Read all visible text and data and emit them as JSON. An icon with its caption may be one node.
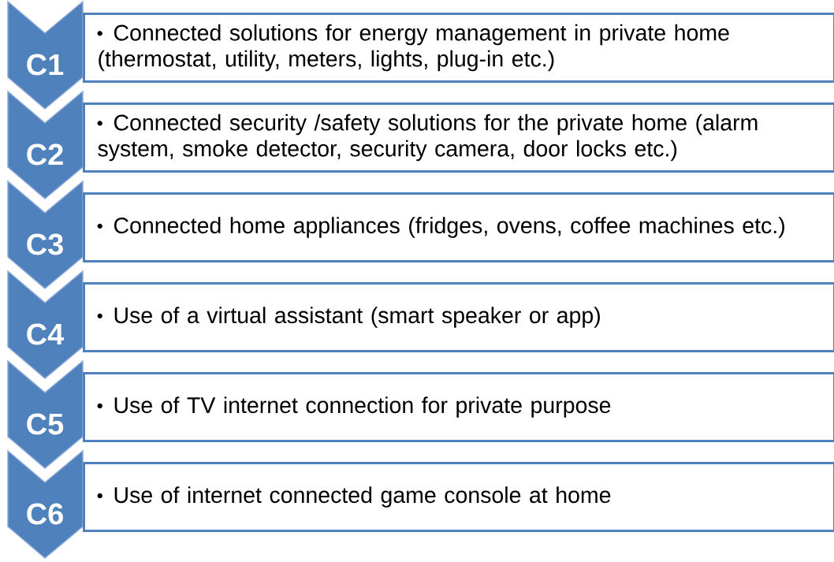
{
  "diagram": {
    "nodes": [
      {
        "text": [
          "C1"
        ]
      },
      {
        "text": [
          "Connected solutions for energy management in private home (thermostat, utility, meters, lights, plug-in etc.)"
        ]
      },
      {
        "text": [
          "C2"
        ]
      },
      {
        "text": [
          "Connected security /safety solutions for the private home (alarm system, smoke detector, security camera, door locks etc.)"
        ]
      },
      {
        "text": [
          "C3"
        ]
      },
      {
        "text": [
          "Connected home appliances (fridges, ovens, coffee machines etc.)"
        ]
      },
      {
        "text": [
          "C4"
        ]
      },
      {
        "text": [
          "Use of a virtual assistant (smart speaker or app)"
        ]
      },
      {
        "text": [
          "C5"
        ]
      },
      {
        "text": [
          "Use of TV internet connection for private purpose"
        ]
      },
      {
        "text": [
          "C6"
        ]
      },
      {
        "text": [
          "Use of internet connected game console at home"
        ]
      }
    ]
  }
}
